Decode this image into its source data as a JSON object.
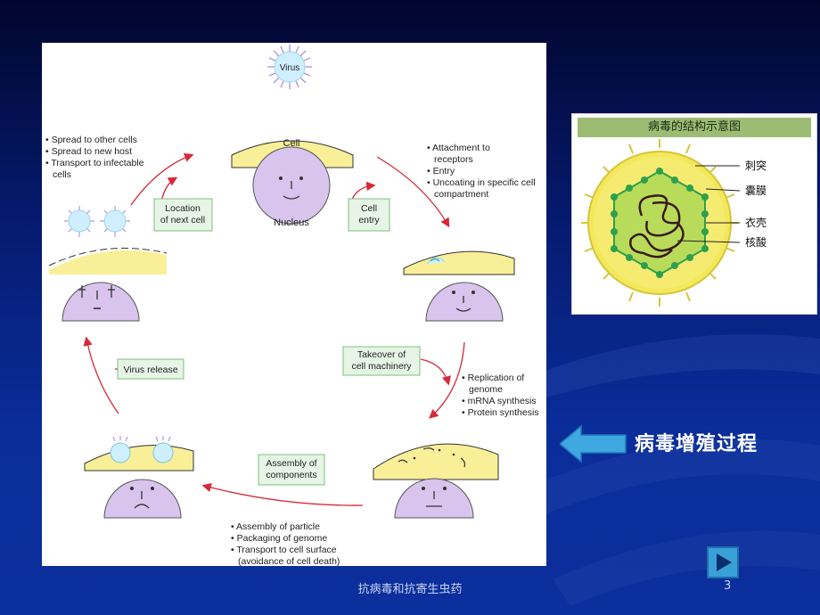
{
  "cycle": {
    "virus": "Virus",
    "cell": "Cell",
    "nucleus": "Nucleus",
    "spread_list": [
      "Spread to other cells",
      "Spread to new host",
      "Transport to infectable",
      "cells"
    ],
    "attach_list": [
      "Attachment to",
      "receptors",
      "Entry",
      "Uncoating in specific cell",
      "compartment"
    ],
    "replication_list": [
      "Replication of",
      "genome",
      "mRNA synthesis",
      "Protein synthesis"
    ],
    "assembly_list": [
      "Assembly of particle",
      "Packaging of genome",
      "Transport to cell surface",
      "(avoidance of cell death)"
    ],
    "step_location": [
      "Location",
      "of next cell"
    ],
    "step_entry": [
      "Cell",
      "entry"
    ],
    "step_takeover": [
      "Takeover of",
      "cell machinery"
    ],
    "step_assembly": [
      "Assembly of",
      "components"
    ],
    "step_release": "Virus release"
  },
  "structure": {
    "title": "病毒的结构示意图",
    "labels": [
      "刺突",
      "囊膜",
      "衣壳",
      "核酸"
    ]
  },
  "slide": {
    "process_title": "病毒增殖过程",
    "footer_title": "抗病毒和抗寄生虫药",
    "page_number": "3"
  },
  "colors": {
    "cell_fill": "#d8c4ec",
    "membrane": "#f8ef98",
    "arrow_red": "#d62839",
    "label_box_fill": "#e6f5e6",
    "label_box_border": "#7cc07c",
    "virus_fill": "#cfefff",
    "virus_rays": "#b593e0",
    "capsomere": "#2e9f4e",
    "nav_button": "#3aa0d8"
  }
}
